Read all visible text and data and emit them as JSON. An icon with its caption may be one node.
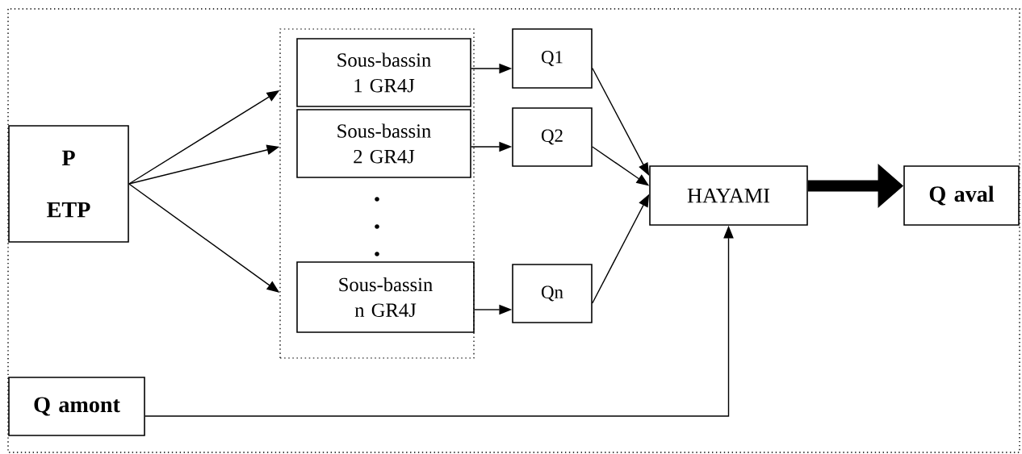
{
  "diagram": {
    "nodes": [
      {
        "text": [
          "P",
          "ETP"
        ]
      },
      {
        "text": [],
        "shape": "box"
      },
      {
        "text": [
          "Sous-bassin 1 GR4J"
        ],
        "in": 1
      },
      {
        "text": [
          "Sous-bassin 2 GR4J"
        ],
        "in": 1
      },
      {
        "text": [
          "Sous-bassin n GR4J"
        ],
        "in": 1
      },
      {
        "text": [
          "Q1"
        ]
      },
      {
        "text": [
          "Q2"
        ]
      },
      {
        "text": [
          "Qn"
        ]
      },
      {
        "text": [
          "HAYAMI"
        ]
      },
      {
        "text": [
          "Q aval"
        ]
      },
      {
        "text": [
          "Q amont"
        ]
      }
    ],
    "edges": [
      {
        "from": 0,
        "to": 1,
        "arrow": "to"
      },
      {
        "from": 0,
        "to": 1,
        "arrow": "to"
      },
      {
        "from": 0,
        "to": 1,
        "arrow": "to"
      },
      {
        "from": 2,
        "to": 5,
        "arrow": "to"
      },
      {
        "from": 3,
        "to": 6,
        "arrow": "to"
      },
      {
        "from": 4,
        "to": 7,
        "arrow": "to"
      },
      {
        "from": 5,
        "to": 8,
        "arrow": "to"
      },
      {
        "from": 6,
        "to": 8,
        "arrow": "to"
      },
      {
        "from": 7,
        "to": 8,
        "arrow": "to"
      },
      {
        "from": 8,
        "to": 9,
        "arrow": "to",
        "style": "thick"
      },
      {
        "from": 10,
        "to": 8,
        "arrow": "to"
      }
    ]
  }
}
